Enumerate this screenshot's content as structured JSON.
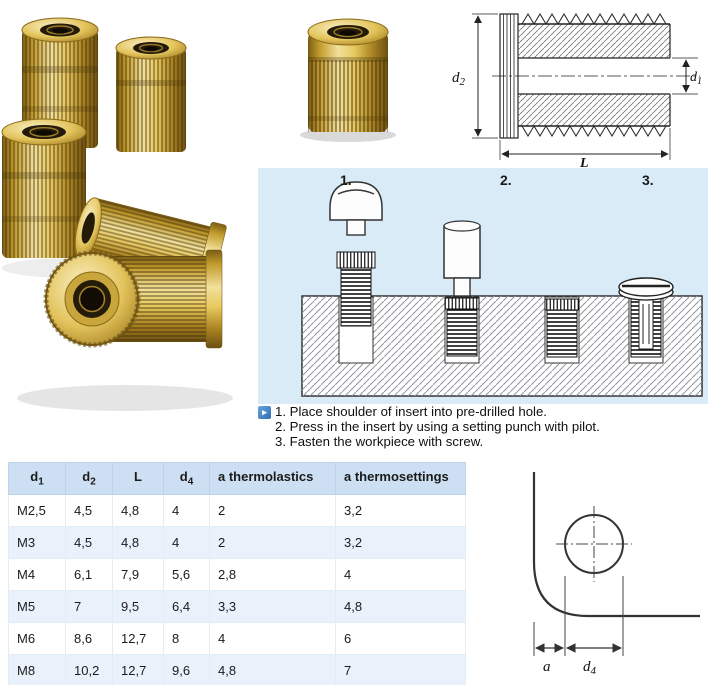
{
  "steps_panel": {
    "step_labels": [
      "1.",
      "2.",
      "3."
    ]
  },
  "instructions": {
    "icon_glyph": "▸",
    "lines": [
      "1. Place shoulder of insert into pre-drilled hole.",
      "2. Press in the insert by using a setting punch with pilot.",
      "3. Fasten the workpiece with screw."
    ]
  },
  "tech_drawing": {
    "dim_d2_base": "d",
    "dim_d2_sub": "2",
    "dim_d1_base": "d",
    "dim_d1_sub": "1",
    "dim_length": "L"
  },
  "hole_drawing": {
    "dim_a": "a",
    "dim_d4_base": "d",
    "dim_d4_sub": "4"
  },
  "table": {
    "headers": [
      {
        "base": "d",
        "sub": "1"
      },
      {
        "base": "d",
        "sub": "2"
      },
      {
        "base": "L",
        "sub": ""
      },
      {
        "base": "d",
        "sub": "4"
      },
      {
        "base": "a thermolastics",
        "sub": ""
      },
      {
        "base": "a thermosettings",
        "sub": ""
      }
    ],
    "rows": [
      [
        "M2,5",
        "4,5",
        "4,8",
        "4",
        "2",
        "3,2"
      ],
      [
        "M3",
        "4,5",
        "4,8",
        "4",
        "2",
        "3,2"
      ],
      [
        "M4",
        "6,1",
        "7,9",
        "5,6",
        "2,8",
        "4"
      ],
      [
        "M5",
        "7",
        "9,5",
        "6,4",
        "3,3",
        "4,8"
      ],
      [
        "M6",
        "8,6",
        "12,7",
        "8",
        "4",
        "6"
      ],
      [
        "M8",
        "10,2",
        "12,7",
        "9,6",
        "4,8",
        "7"
      ]
    ]
  },
  "colors": {
    "brass": "#d4af37",
    "panel_bg": "#d8ebf7",
    "table_header_bg": "#cddff2",
    "table_row_alt_bg": "#e9f2fb"
  }
}
